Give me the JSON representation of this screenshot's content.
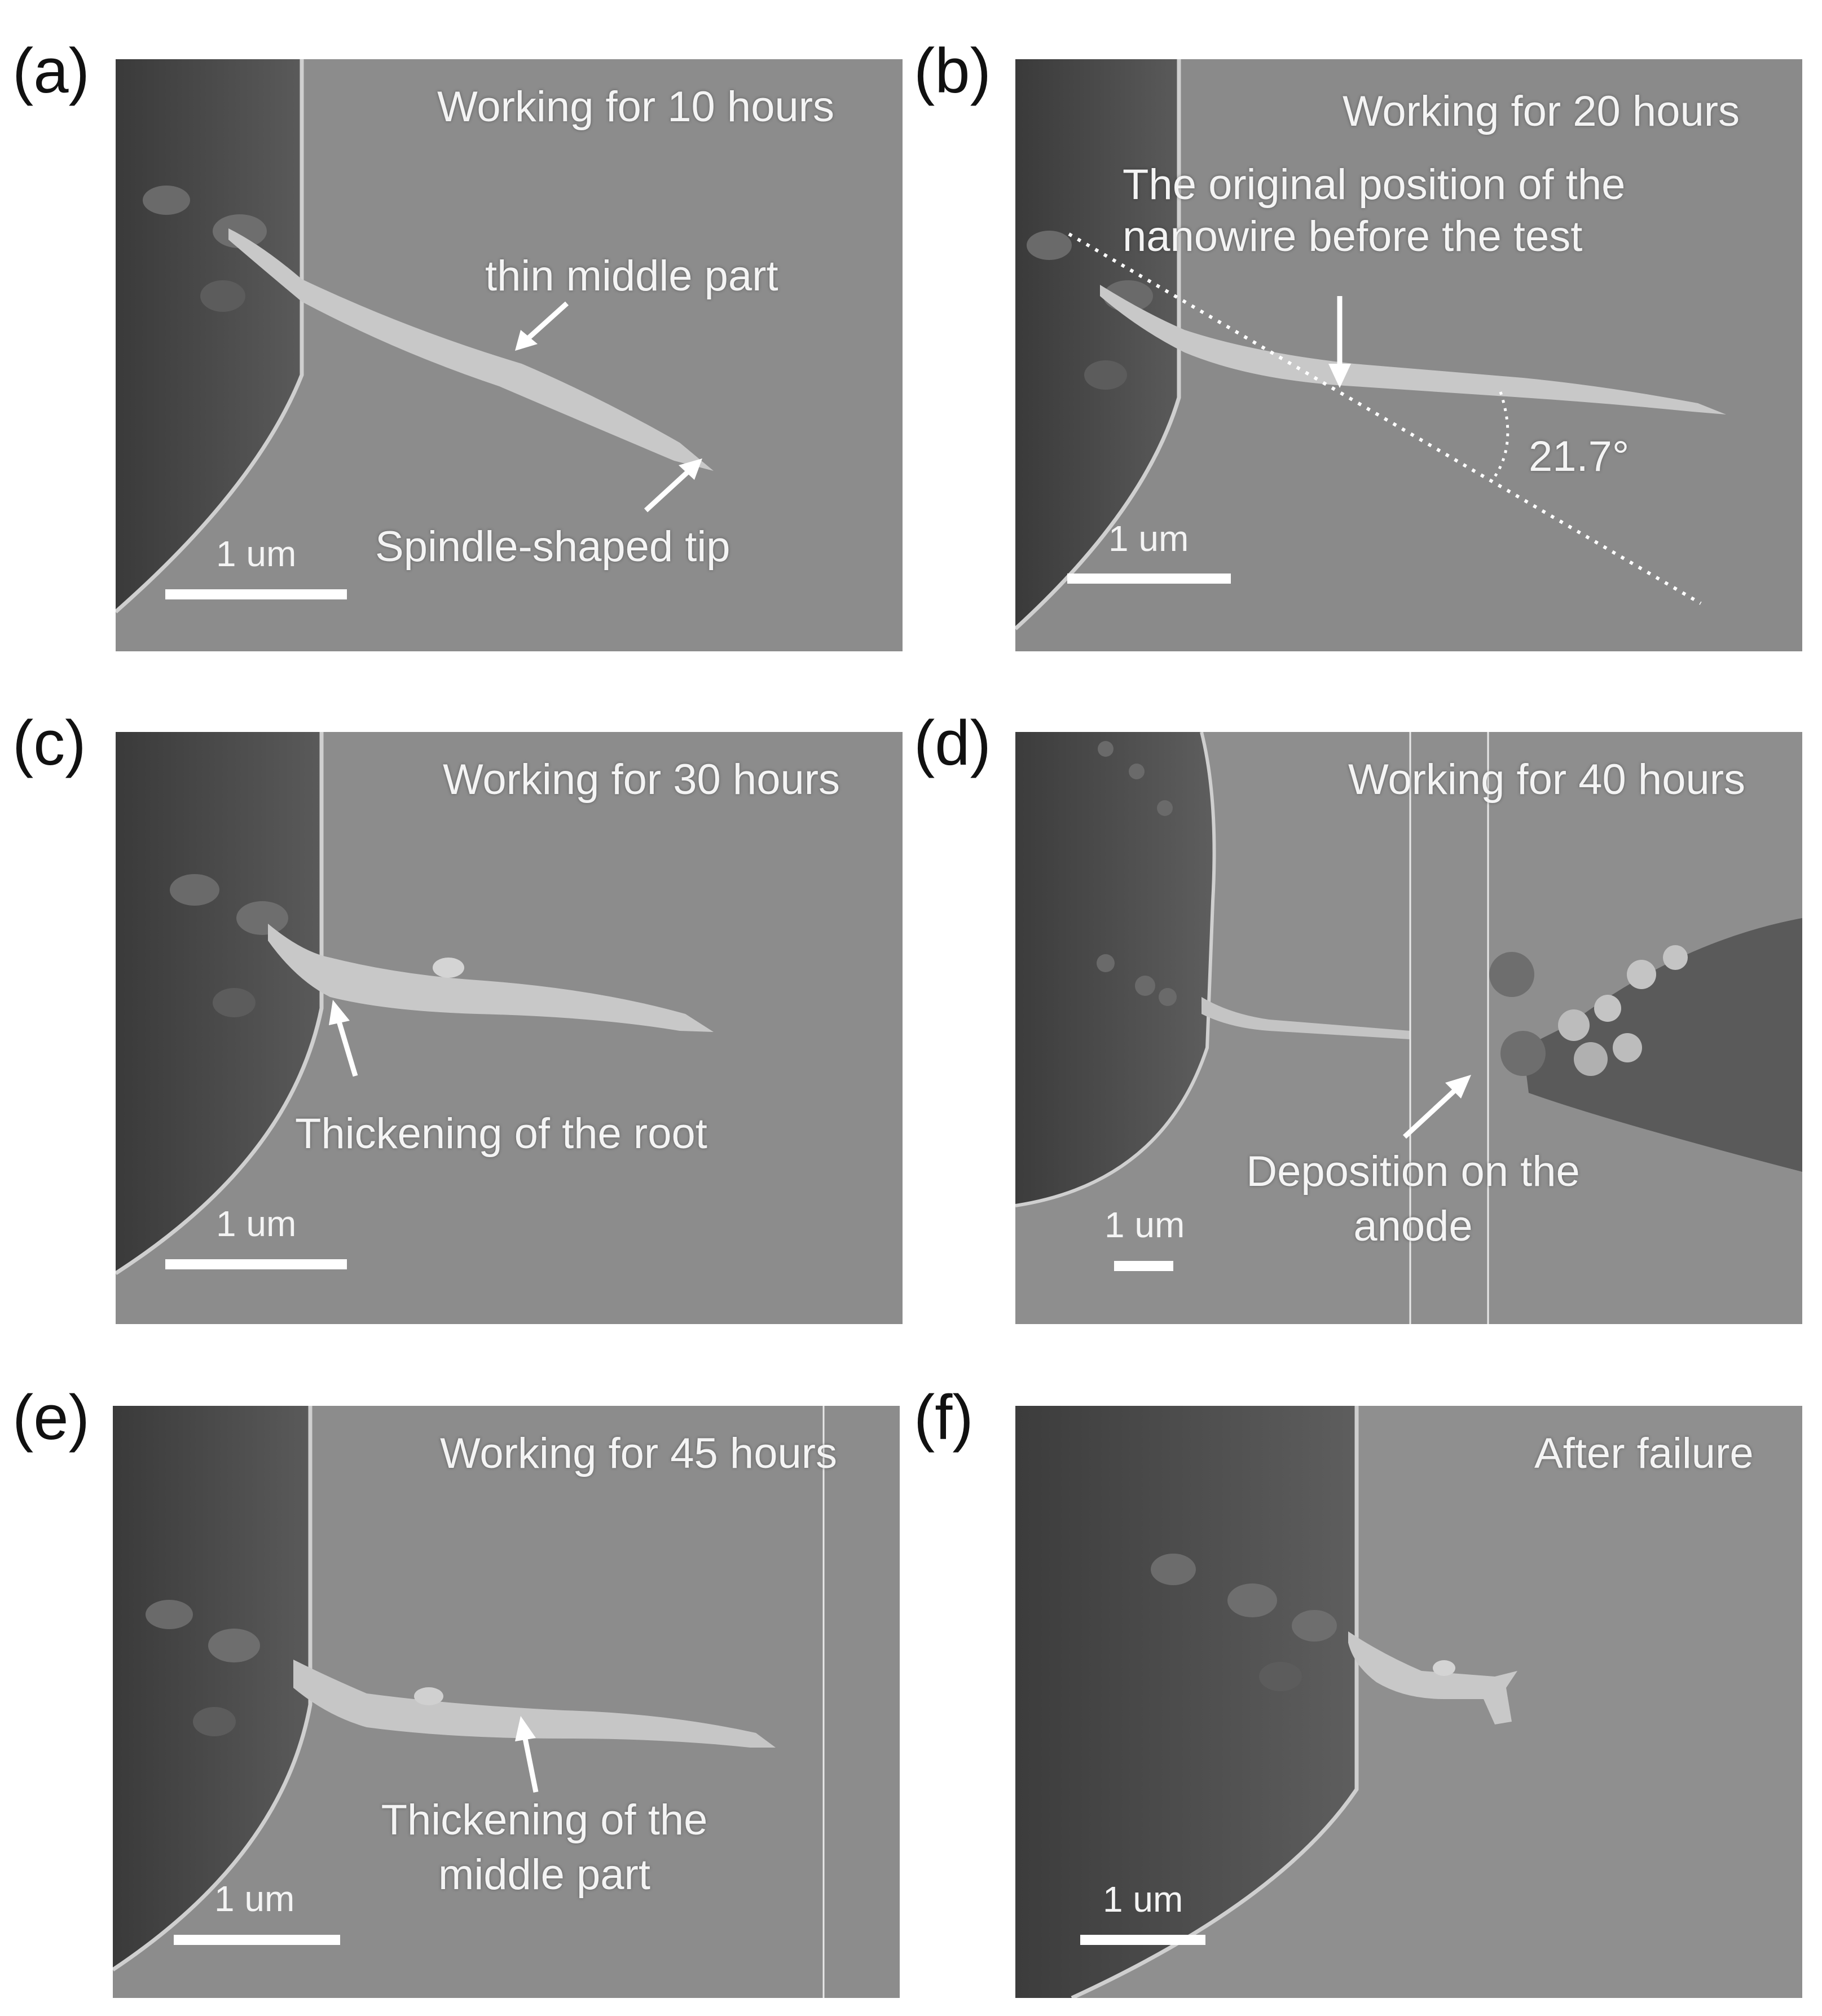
{
  "figure": {
    "panels": [
      {
        "label": "(a)",
        "title": "Working for 10 hours",
        "scale_label": "1 um",
        "annotations": [
          "thin middle part",
          "Spindle-shaped tip"
        ]
      },
      {
        "label": "(b)",
        "title": "Working for 20 hours",
        "scale_label": "1 um",
        "annotations": [
          "The original position of the",
          "nanowire before the test",
          "21.7°"
        ]
      },
      {
        "label": "(c)",
        "title": "Working for 30 hours",
        "scale_label": "1 um",
        "annotations": [
          "Thickening of the root"
        ]
      },
      {
        "label": "(d)",
        "title": "Working for 40 hours",
        "scale_label": "1 um",
        "annotations": [
          "Deposition on the",
          "anode"
        ]
      },
      {
        "label": "(e)",
        "title": "Working for 45 hours",
        "scale_label": "1 um",
        "annotations": [
          "Thickening of the",
          "middle part"
        ]
      },
      {
        "label": "(f)",
        "title": "After failure",
        "scale_label": "1 um",
        "annotations": []
      }
    ]
  }
}
